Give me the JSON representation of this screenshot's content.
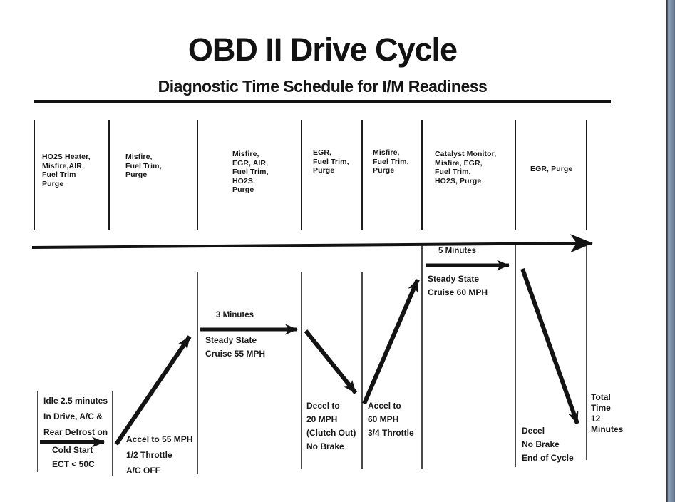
{
  "title": "OBD II Drive Cycle",
  "subtitle": "Diagnostic Time Schedule for I/M Readiness",
  "monitor_columns": [
    "HO2S Heater,\nMisfire,AIR,\nFuel Trim\nPurge",
    "Misfire,\nFuel Trim,\nPurge",
    "Misfire,\nEGR, AIR,\nFuel Trim,\nHO2S,\nPurge",
    "EGR,\nFuel Trim,\nPurge",
    "Misfire,\nFuel Trim,\nPurge",
    "Catalyst Monitor,\nMisfire, EGR,\nFuel Trim,\nHO2S, Purge",
    "EGR, Purge"
  ],
  "drive_steps": {
    "idle": "Idle 2.5 minutes\nIn Drive, A/C &\nRear Defrost on",
    "cold_start": "Cold Start\nECT < 50C",
    "accel_55": "Accel to 55 MPH\n1/2 Throttle\nA/C OFF",
    "cruise_55_time": "3 Minutes",
    "cruise_55": "Steady State\nCruise 55 MPH",
    "decel_20": "Decel to\n20 MPH\n(Clutch Out)\nNo Brake",
    "accel_60": "Accel to\n60 MPH\n3/4 Throttle",
    "cruise_60_time": "5 Minutes",
    "cruise_60": "Steady State\nCruise 60 MPH",
    "decel_end": "Decel\nNo Brake\nEnd of Cycle",
    "total_time": "Total\nTime\n12\nMinutes"
  },
  "colors": {
    "ink": "#161616",
    "side_band": "#8095ac"
  }
}
